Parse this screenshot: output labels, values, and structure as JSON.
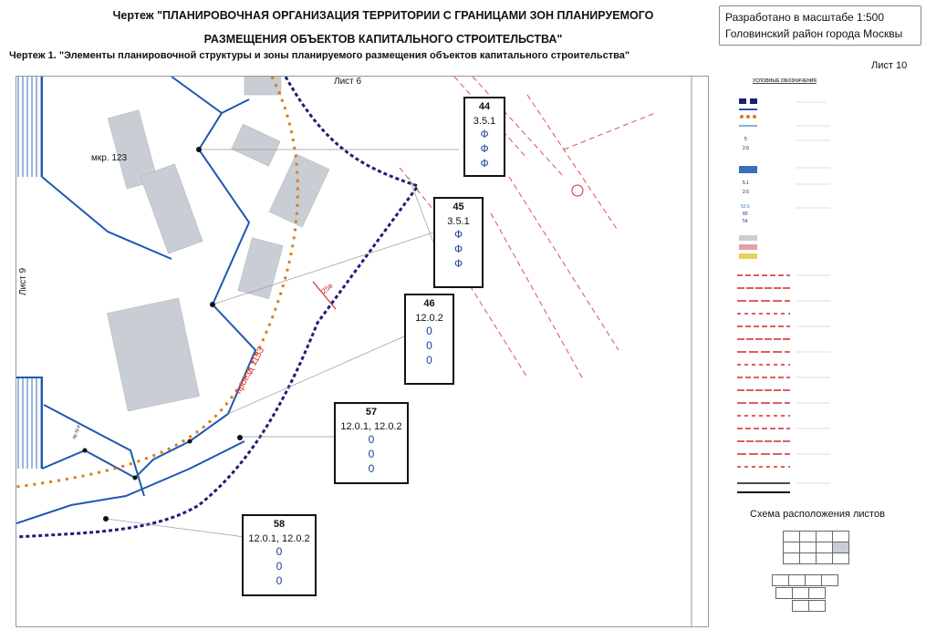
{
  "header": {
    "title_line1": "Чертеж \"ПЛАНИРОВОЧНАЯ ОРГАНИЗАЦИЯ ТЕРРИТОРИИ С ГРАНИЦАМИ ЗОН ПЛАНИРУЕМОГО",
    "title_line2": "РАЗМЕЩЕНИЯ ОБЪЕКТОВ КАПИТАЛЬНОГО СТРОИТЕЛЬСТВА\"",
    "subtitle": "Чертеж 1. \"Элементы планировочной структуры и зоны планируемого размещения объектов капитального строительства\"",
    "sheet_number": "Лист 10"
  },
  "stamp": {
    "scale": "Разработано в масштабе 1:500",
    "district": "Головинский район города Москвы"
  },
  "map": {
    "sheet_top": "Лист 6",
    "sheet_left": "Лист 9",
    "district_label": "мкр. 123",
    "road_label": "проезд 1133",
    "width_label": "25в",
    "small_label": "пр.тр.в",
    "callouts": [
      {
        "num": "44",
        "code": "3.5.1",
        "labels": [
          "Ф",
          "Ф",
          "Ф"
        ]
      },
      {
        "num": "45",
        "code": "3.5.1",
        "labels": [
          "Ф",
          "Ф",
          "Ф"
        ]
      },
      {
        "num": "46",
        "code": "12.0.2",
        "labels": [
          "0",
          "0",
          "0"
        ]
      },
      {
        "num": "57",
        "code": "12.0.1, 12.0.2",
        "labels": [
          "0",
          "0",
          "0"
        ]
      },
      {
        "num": "58",
        "code": "12.0.1, 12.0.2",
        "labels": [
          "0",
          "0",
          "0"
        ]
      }
    ]
  },
  "legend": {
    "title": "УСЛОВНЫЕ ОБОЗНАЧЕНИЯ",
    "values": [
      "5",
      "2.6",
      "5.1",
      "2.6",
      "52.6",
      "80",
      "54"
    ]
  },
  "schema": {
    "title": "Схема расположения листов"
  },
  "colors": {
    "boundary_blue": "#1f58b0",
    "dashed_navy": "#1a1f7a",
    "red_line": "#d42a2a",
    "orange_dots": "#e07a18",
    "building_gray": "#c9cdd4"
  }
}
